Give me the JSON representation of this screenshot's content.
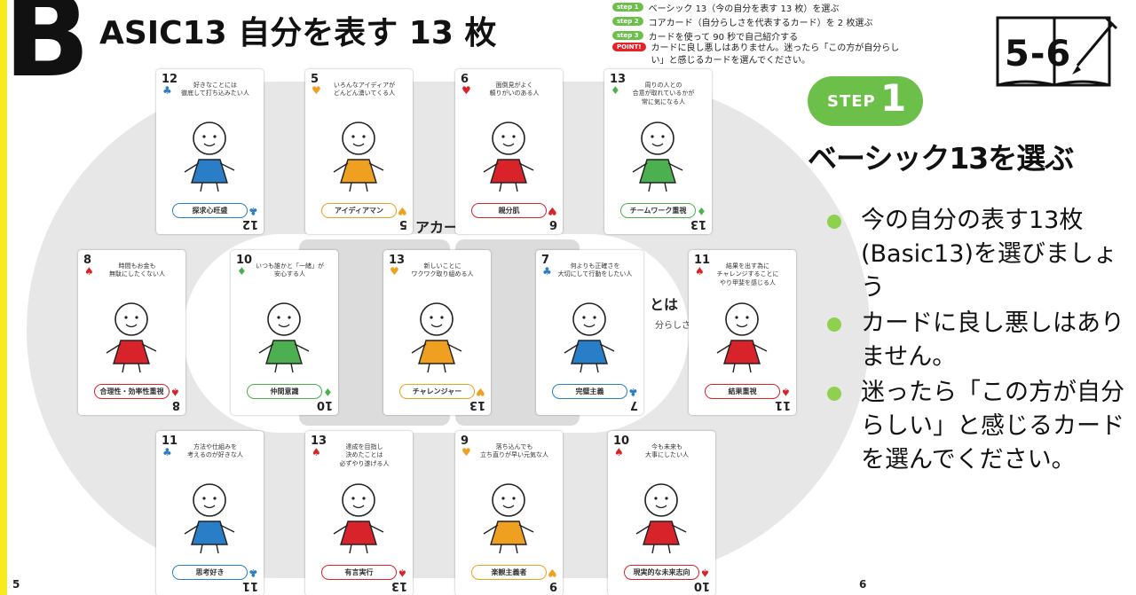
{
  "header": {
    "big_letter": "B",
    "title": "ASIC13  自分を表す 13 枚"
  },
  "instructions": [
    {
      "pill": "step 1",
      "text": "ベーシック 13（今の自分を表す 13 枚）を選ぶ"
    },
    {
      "pill": "step 2",
      "text": "コアカード（自分らしさを代表するカード）を 2 枚選ぶ"
    },
    {
      "pill": "step 3",
      "text": "カードを使って 90 秒で自己紹介する"
    },
    {
      "pill": "POINT!",
      "text": "カードに良し悪しはありません。迷ったら「この方が自分らしい」と感じるカードを選んでください。"
    }
  ],
  "badge": {
    "text": "5-6",
    "icon": "book-pen-icon"
  },
  "background_text": {
    "partial1": "アカー",
    "partial2": "とは",
    "partial3": "分らしさを代表"
  },
  "cards": [
    {
      "num": "12",
      "suit": "♣",
      "color": "blue",
      "desc": "好きなことには\n徹底して打ち込みたい人",
      "label": "探求心旺盛"
    },
    {
      "num": "5",
      "suit": "♥",
      "color": "orange",
      "desc": "いろんなアイディアが\nどんどん湧いてくる人",
      "label": "アイディアマン"
    },
    {
      "num": "6",
      "suit": "♥",
      "color": "red",
      "desc": "面倒見がよく\n頼りがいのある人",
      "label": "親分肌"
    },
    {
      "num": "13",
      "suit": "♦",
      "color": "green",
      "desc": "周りの人との\n合意が取れているかが\n常に気になる人",
      "label": "チームワーク重視"
    },
    {
      "num": "8",
      "suit": "♠",
      "color": "red",
      "desc": "時間もお金も\n無駄にしたくない人",
      "label": "合理性・効率性重視"
    },
    {
      "num": "10",
      "suit": "♦",
      "color": "green",
      "desc": "いつも誰かと「一緒」が\n安心する人",
      "label": "仲間意識"
    },
    {
      "num": "13",
      "suit": "♥",
      "color": "orange",
      "desc": "新しいことに\nワクワク取り組める人",
      "label": "チャレンジャー"
    },
    {
      "num": "7",
      "suit": "♣",
      "color": "blue",
      "desc": "何よりも正確さを\n大切にして行動をしたい人",
      "label": "完璧主義"
    },
    {
      "num": "11",
      "suit": "♠",
      "color": "red",
      "desc": "結果を出す為に\nチャレンジすることに\nやり甲斐を感じる人",
      "label": "結果重視"
    },
    {
      "num": "11",
      "suit": "♣",
      "color": "blue",
      "desc": "方法や仕組みを\n考えるのが好きな人",
      "label": "思考好き"
    },
    {
      "num": "13",
      "suit": "♠",
      "color": "red",
      "desc": "達成を目指し\n決めたことは\n必ずやり遂げる人",
      "label": "有言実行"
    },
    {
      "num": "9",
      "suit": "♥",
      "color": "orange",
      "desc": "落ち込んでも\n立ち直りが早い元気な人",
      "label": "楽観主義者"
    },
    {
      "num": "10",
      "suit": "♠",
      "color": "red",
      "desc": "今も未来も\n大事にしたい人",
      "label": "現実的な未来志向"
    }
  ],
  "step": {
    "word": "STEP",
    "digit": "1"
  },
  "heading": "ベーシック13を選ぶ",
  "bullets": [
    "今の自分の表す13枚(Basic13)を選びましょう",
    "カードに良し悪しはありません。",
    "迷ったら「この方が自分らしい」と感じるカードを選んでください。"
  ],
  "page_numbers": {
    "left": "5",
    "right": "6"
  },
  "colors": {
    "accent_green": "#6cc04a",
    "yellow_bar": "#f7ea1e",
    "club_blue": "#2a7ec8",
    "heart_orange": "#f0a020",
    "spade_red": "#d8232a",
    "diamond_green": "#4caf50"
  }
}
